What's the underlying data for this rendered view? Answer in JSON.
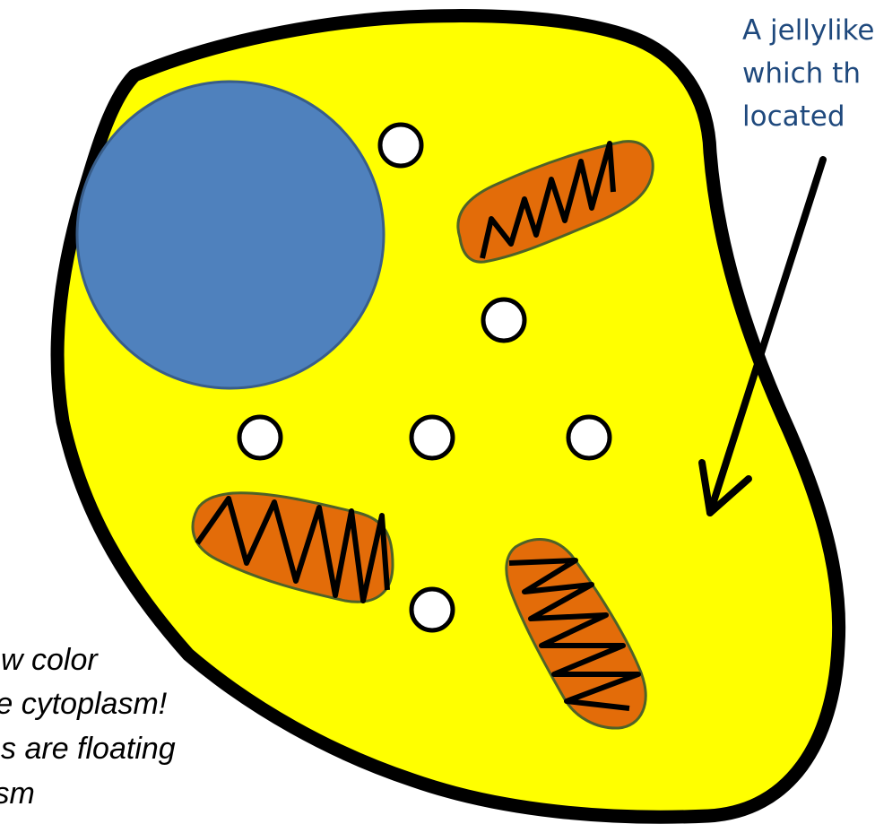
{
  "caption": {
    "lines": [
      "A jellylike",
      "which th",
      "located"
    ]
  },
  "note": {
    "lines": [
      "llow color",
      "the cytoplasm!",
      "lles are floating",
      "lasm"
    ]
  },
  "colors": {
    "cytoplasm": "#ffff00",
    "membrane": "#000000",
    "nucleus": "#4f81bd",
    "mitochondria": "#e36c09",
    "vesicle": "#ffffff",
    "caption_text": "#1f497d",
    "note_text": "#000000"
  }
}
